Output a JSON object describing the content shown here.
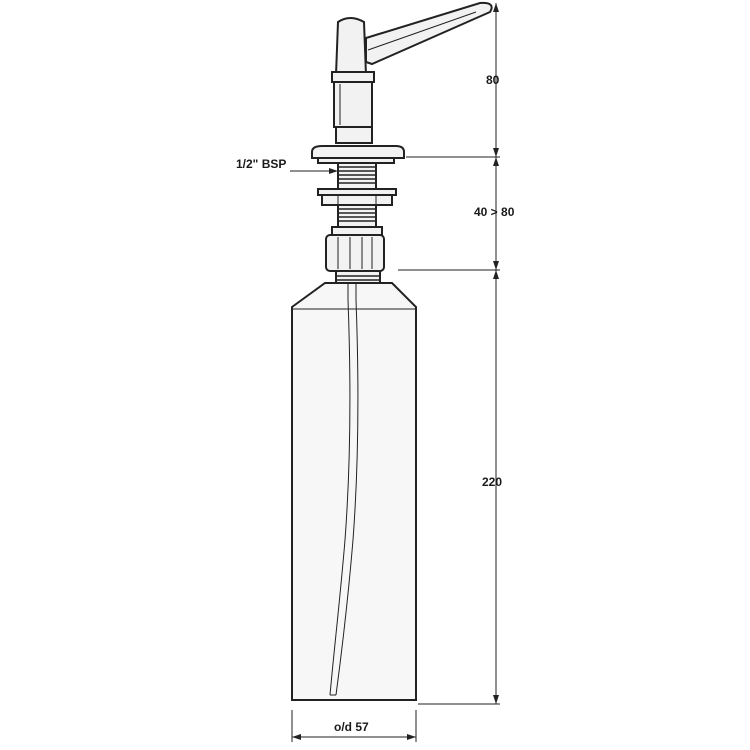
{
  "dimensions": {
    "pump_height": "80",
    "thread_range": "40 > 80",
    "bottle_height": "220",
    "bottle_diameter": "o/d 57"
  },
  "callouts": {
    "thread_spec": "1/2\" BSP"
  },
  "colors": {
    "line": "#222222",
    "background": "#ffffff",
    "fill": "#f2f2f2"
  }
}
